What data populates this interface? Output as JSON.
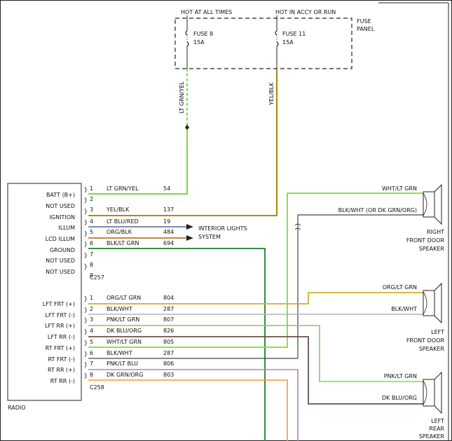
{
  "fuse_panel": {
    "label_line1": "FUSE",
    "label_line2": "PANEL",
    "hot_at_all_times": "HOT AT ALL TIMES",
    "hot_in_accy_or_run": "HOT IN ACCY OR RUN",
    "fuse8_name": "FUSE 8",
    "fuse8_rating": "15A",
    "fuse11_name": "FUSE 11",
    "fuse11_rating": "15A",
    "wire_left": "LT GRN/YEL",
    "wire_right": "YEL/BLK"
  },
  "radio": {
    "label": "RADIO",
    "connector1": "C257",
    "connector2": "C258",
    "top_pins": [
      {
        "label": "BATT (B+)",
        "pin": "1",
        "wire": "LT GRN/YEL",
        "circuit": "54"
      },
      {
        "label": "NOT USED",
        "pin": "2",
        "wire": "",
        "circuit": ""
      },
      {
        "label": "IGNITION",
        "pin": "3",
        "wire": "YEL/BLK",
        "circuit": "137"
      },
      {
        "label": "ILLUM",
        "pin": "4",
        "wire": "LT BLU/RED",
        "circuit": "19"
      },
      {
        "label": "LCD ILLUM",
        "pin": "5",
        "wire": "ORG/BLK",
        "circuit": "484"
      },
      {
        "label": "GROUND",
        "pin": "6",
        "wire": "BLK/LT GRN",
        "circuit": "694"
      },
      {
        "label": "NOT USED",
        "pin": "7",
        "wire": "",
        "circuit": ""
      },
      {
        "label": "NOT USED",
        "pin": "8",
        "wire": "",
        "circuit": ""
      },
      {
        "label": "",
        "pin": "9",
        "wire": "",
        "circuit": ""
      }
    ],
    "bottom_pins": [
      {
        "label": "LFT FRT (+)",
        "pin": "1",
        "wire": "ORG/LT GRN",
        "circuit": "804"
      },
      {
        "label": "LFT FRT (-)",
        "pin": "2",
        "wire": "BLK/WHT",
        "circuit": "287"
      },
      {
        "label": "LFT RR (+)",
        "pin": "3",
        "wire": "PNK/LT GRN",
        "circuit": "807"
      },
      {
        "label": "LFT RR (-)",
        "pin": "4",
        "wire": "DK BLU/ORG",
        "circuit": "826"
      },
      {
        "label": "RT FRT (+)",
        "pin": "5",
        "wire": "WHT/LT GRN",
        "circuit": "805"
      },
      {
        "label": "RT FRT (-)",
        "pin": "6",
        "wire": "BLK/WHT",
        "circuit": "287"
      },
      {
        "label": "RT RR (+)",
        "pin": "7",
        "wire": "PNK/LT BLU",
        "circuit": "806"
      },
      {
        "label": "RT RR (-)",
        "pin": "8",
        "wire": "DK GRN/ORG",
        "circuit": "803"
      }
    ]
  },
  "interior_lights": {
    "line1": "INTERIOR LIGHTS",
    "line2": "SYSTEM"
  },
  "speakers": {
    "right_front": {
      "wire_pos": "WHT/LT GRN",
      "wire_neg": "BLK/WHT (OR DK GRN/ORG)",
      "line1": "RIGHT",
      "line2": "FRONT DOOR",
      "line3": "SPEAKER"
    },
    "left_front": {
      "wire_pos": "ORG/LT GRN",
      "wire_neg": "BLK/WHT",
      "line1": "LEFT",
      "line2": "FRONT DOOR",
      "line3": "SPEAKER"
    },
    "left_rear": {
      "wire_pos": "PNK/LT GRN",
      "wire_neg": "DK BLU/ORG",
      "line1": "LEFT",
      "line2": "REAR",
      "line3": "SPEAKER"
    }
  },
  "colors": {
    "lt_grn": "#7ddc3a",
    "yel": "#e0b000",
    "org": "#f39a2e",
    "grn": "#39b54a",
    "blu": "#4a8fd8",
    "pink": "#e37bbf",
    "dkblu": "#2b3b9c",
    "brown": "#8a5a2b",
    "gray": "#b4b4b4",
    "blk": "#222222"
  }
}
